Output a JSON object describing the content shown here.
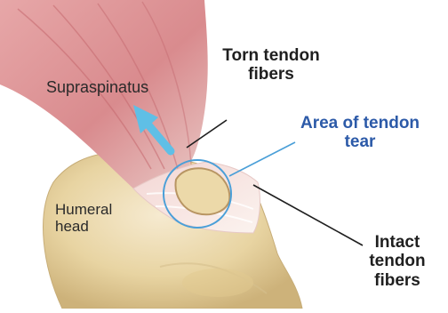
{
  "labels": {
    "supraspinatus": "Supraspinatus",
    "torn_fibers": "Torn tendon fibers",
    "area_of_tear": "Area of tendon tear",
    "humeral_head": "Humeral head",
    "intact_fibers": "Intact tendon fibers"
  },
  "colors": {
    "muscle": "#d98b8e",
    "muscle_shade": "#c4686e",
    "tendon": "#f2e6e2",
    "bone": "#ead9a6",
    "bone_shadow": "#cfb783",
    "arrow": "#5fbfe6",
    "tear_circle": "#4a9fd8",
    "blue_label": "#2c5aa8"
  }
}
